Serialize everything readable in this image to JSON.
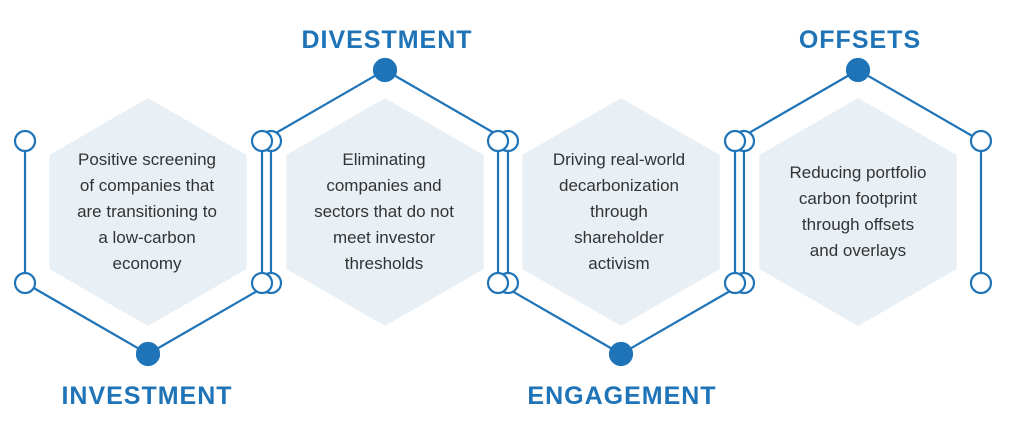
{
  "colors": {
    "accent": "#1f73b7",
    "hex_fill": "#e8f0f6",
    "text": "#333333",
    "node_empty": "#ffffff"
  },
  "steps": [
    {
      "title": "INVESTMENT",
      "description": [
        "Positive screening",
        "of companies that",
        "are transitioning to",
        "a low-carbon",
        "economy"
      ]
    },
    {
      "title": "DIVESTMENT",
      "description": [
        "Eliminating",
        "companies and",
        "sectors that do not",
        "meet investor",
        "thresholds"
      ]
    },
    {
      "title": "ENGAGEMENT",
      "description": [
        "Driving real-world",
        "decarbonization",
        "through",
        "shareholder",
        "activism"
      ]
    },
    {
      "title": "OFFSETS",
      "description": [
        "Reducing portfolio",
        "carbon footprint",
        "through offsets",
        "and overlays"
      ]
    }
  ]
}
